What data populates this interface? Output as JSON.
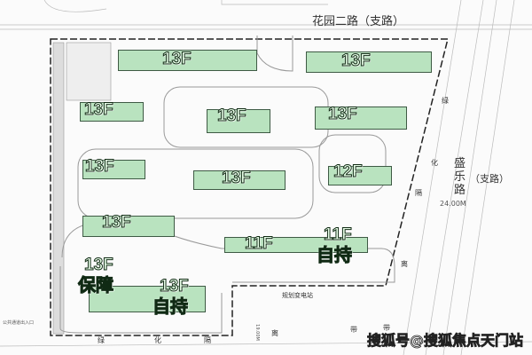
{
  "roads": {
    "north": "花园二路（支路）",
    "east_chars": [
      "盛",
      "乐",
      "路",
      "（支路）"
    ],
    "east_width": "24.00M"
  },
  "green_belt_east": [
    "绿",
    "化",
    "隔",
    "离",
    "带"
  ],
  "green_belt_south": [
    "绿",
    "化",
    "隔",
    "离",
    "带"
  ],
  "substation": "规划变电站",
  "entrance_label": "公共通道出入口",
  "dim_label": "19.00M",
  "buildings": [
    {
      "floors": "13F"
    },
    {
      "floors": "13F"
    },
    {
      "floors": "13F"
    },
    {
      "floors": "13F"
    },
    {
      "floors": "13F"
    },
    {
      "floors": "13F"
    },
    {
      "floors": "13F"
    },
    {
      "floors": "12F"
    },
    {
      "floors": "13F"
    },
    {
      "floors": "11F"
    },
    {
      "floors": "11F",
      "note": "自持"
    },
    {
      "floors": "13F",
      "note": "保障"
    },
    {
      "floors": "13F",
      "note": "自持"
    }
  ],
  "watermark": "搜狐号@搜狐焦点天门站",
  "colors": {
    "building": "#b9e3bf",
    "label": "#1f7a2e"
  }
}
